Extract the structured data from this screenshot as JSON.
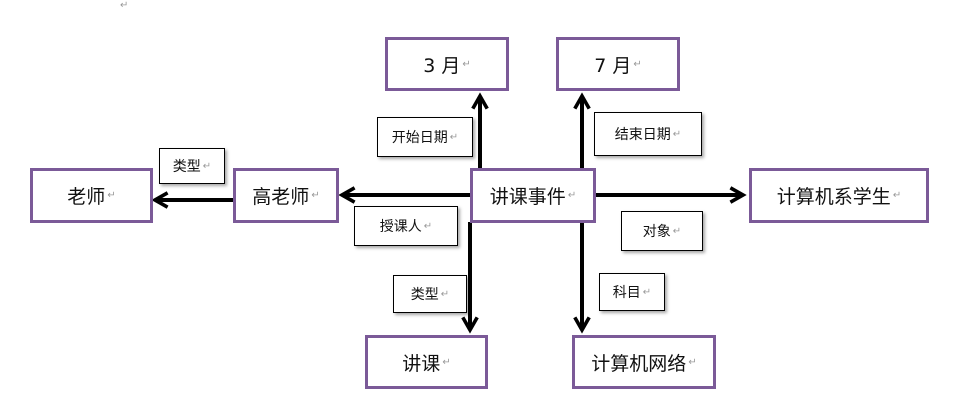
{
  "paragraph_mark": "↵",
  "nodes": {
    "center": "讲课事件",
    "march": "3 月",
    "july": "7 月",
    "gao": "高老师",
    "teacher": "老师",
    "students": "计算机系学生",
    "lecture": "讲课",
    "network": "计算机网络"
  },
  "edge_labels": {
    "start_date": "开始日期",
    "end_date": "结束日期",
    "type_left": "类型",
    "lecturer": "授课人",
    "target": "对象",
    "type_bottom": "类型",
    "subject": "科目"
  },
  "colors": {
    "node_border": "#7b5a98",
    "arrow": "#000000"
  }
}
